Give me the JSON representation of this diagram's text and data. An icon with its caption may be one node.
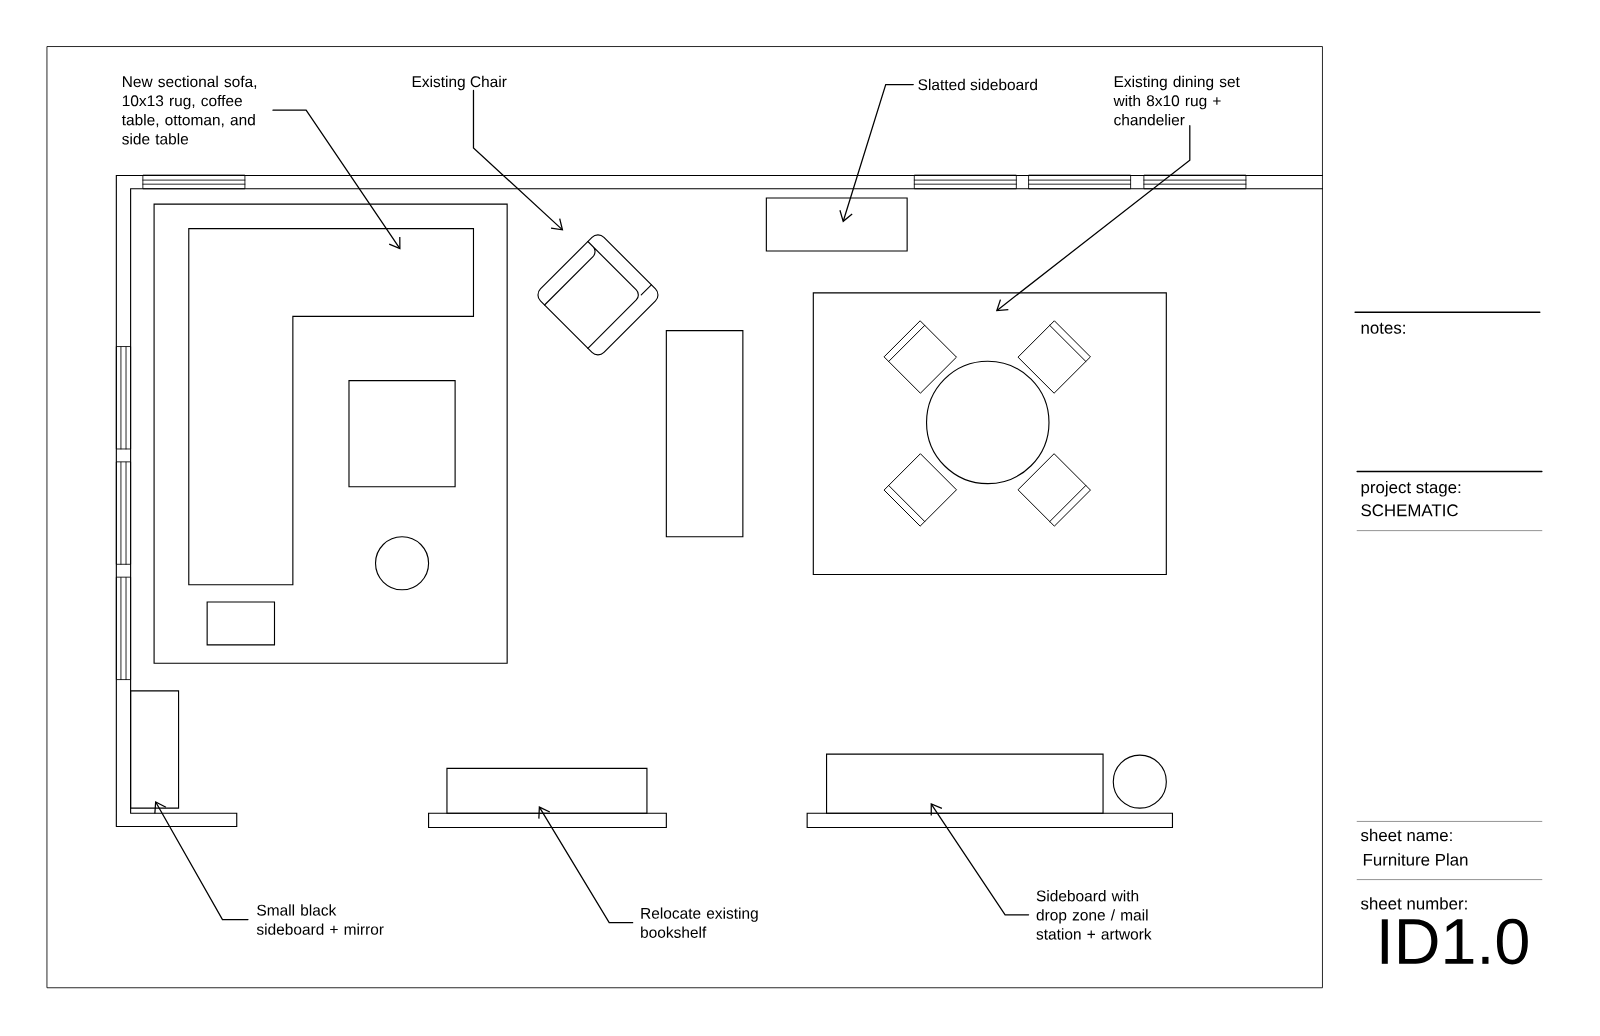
{
  "diagram": {
    "nodes": [
      {
        "text": [
          "New sectional sofa, 10x13 rug, coffee table, ottoman, and side table"
        ]
      },
      {
        "text": [
          "Existing Chair"
        ]
      },
      {
        "text": [
          "Slatted sideboard"
        ]
      },
      {
        "text": [
          "Existing dining set with 8x10 rug + chandelier"
        ]
      },
      {
        "text": [
          "Small black sideboard + mirror"
        ]
      },
      {
        "text": [
          "Relocate existing bookshelf"
        ]
      },
      {
        "text": [
          "Sideboard with drop zone / mail station + artwork"
        ]
      },
      {
        "text": [],
        "shape": "picture"
      },
      {
        "text": [],
        "shape": "picture"
      },
      {
        "text": [],
        "shape": "box"
      },
      {
        "text": [],
        "shape": "box"
      },
      {
        "text": [],
        "shape": "box"
      },
      {
        "text": [],
        "shape": "box"
      },
      {
        "text": [],
        "shape": "box"
      }
    ],
    "edges": [
      {
        "from": 0,
        "to": 7,
        "arrow": "to"
      },
      {
        "from": 1,
        "to": 8,
        "arrow": "to"
      },
      {
        "from": 2,
        "to": 9,
        "arrow": "to"
      },
      {
        "from": 3,
        "to": 10,
        "arrow": "to"
      },
      {
        "from": 4,
        "to": 11,
        "arrow": "to"
      },
      {
        "from": 5,
        "to": 12,
        "arrow": "to"
      },
      {
        "from": 6,
        "to": 13,
        "arrow": "to"
      }
    ],
    "labels": [
      "notes:",
      "project stage:",
      "SCHEMATIC",
      "sheet name:",
      "Furniture Plan",
      "sheet number:",
      "ID1.0"
    ]
  }
}
